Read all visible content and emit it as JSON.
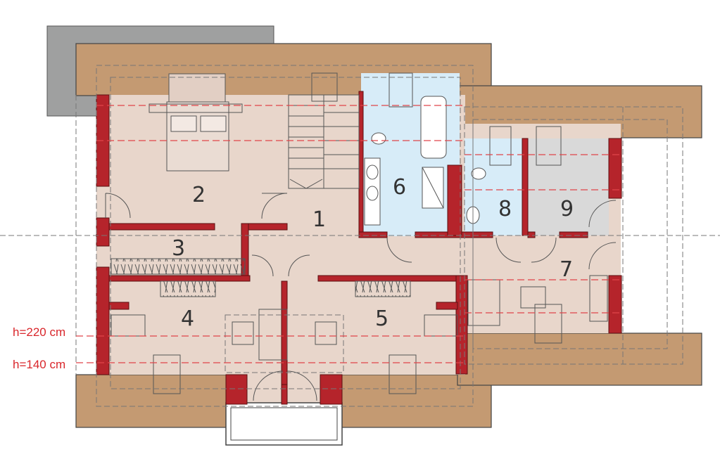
{
  "colors": {
    "roof": "#c49a72",
    "roof_edge": "#444444",
    "terrace": "#9fa0a0",
    "wall": "#b5242b",
    "floor": "#e8d6cb",
    "bath": "#d7ecf8",
    "utility": "#d9d9d9",
    "dash_red": "#e0454a",
    "dash_dark": "#777777",
    "label_red": "#d9262b"
  },
  "rooms": [
    {
      "id": "1",
      "label": "1"
    },
    {
      "id": "2",
      "label": "2"
    },
    {
      "id": "3",
      "label": "3"
    },
    {
      "id": "4",
      "label": "4"
    },
    {
      "id": "5",
      "label": "5"
    },
    {
      "id": "6",
      "label": "6"
    },
    {
      "id": "7",
      "label": "7"
    },
    {
      "id": "8",
      "label": "8"
    },
    {
      "id": "9",
      "label": "9"
    }
  ],
  "height_labels": {
    "h220": "h=220 cm",
    "h140": "h=140 cm"
  }
}
